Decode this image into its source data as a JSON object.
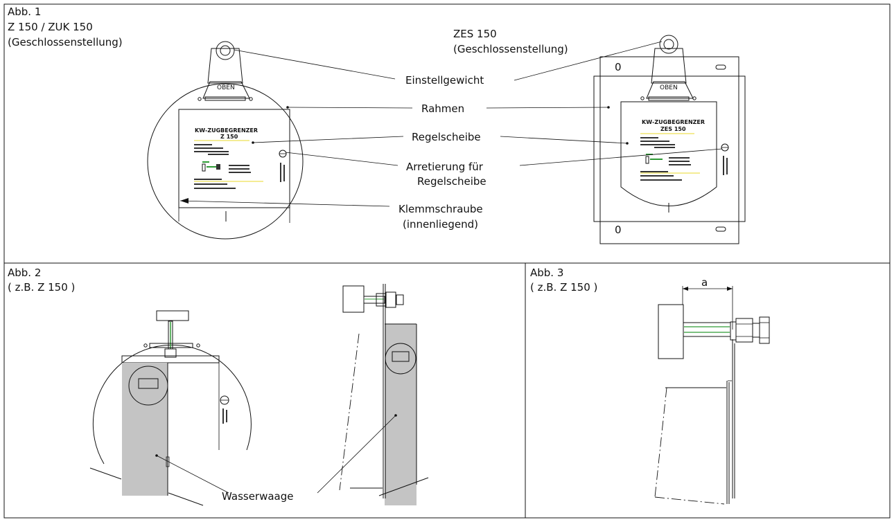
{
  "panel1": {
    "header": [
      "Abb. 1",
      "Z 150 / ZUK 150",
      "(Geschlossenstellung)"
    ],
    "right_header": [
      "ZES 150",
      "(Geschlossenstellung)"
    ],
    "callouts": {
      "einstellgewicht": "Einstellgewicht",
      "rahmen": "Rahmen",
      "regelscheibe": "Regelscheibe",
      "arretierung_1": "Arretierung für",
      "arretierung_2": "Regelscheibe",
      "klemm_1": "Klemmschraube",
      "klemm_2": "(innenliegend)"
    },
    "plate_left": {
      "brand": "KW",
      "title": "-ZUGBEGRENZER",
      "model": "Z 150",
      "tag": "OBEN"
    },
    "plate_right": {
      "brand": "KW",
      "title": "-ZUGBEGRENZER",
      "model": "ZES 150",
      "tag": "OBEN"
    }
  },
  "panel2": {
    "header": [
      "Abb. 2",
      "( z.B. Z 150 )"
    ],
    "callout": "Wasserwaage"
  },
  "panel3": {
    "header": [
      "Abb. 3",
      "( z.B. Z 150 )"
    ],
    "dimension": "a"
  },
  "colors": {
    "line": "#111111",
    "shade": "#c4c4c4",
    "accent_green": "#2e9a35",
    "accent_yellow": "#e8d82a"
  }
}
